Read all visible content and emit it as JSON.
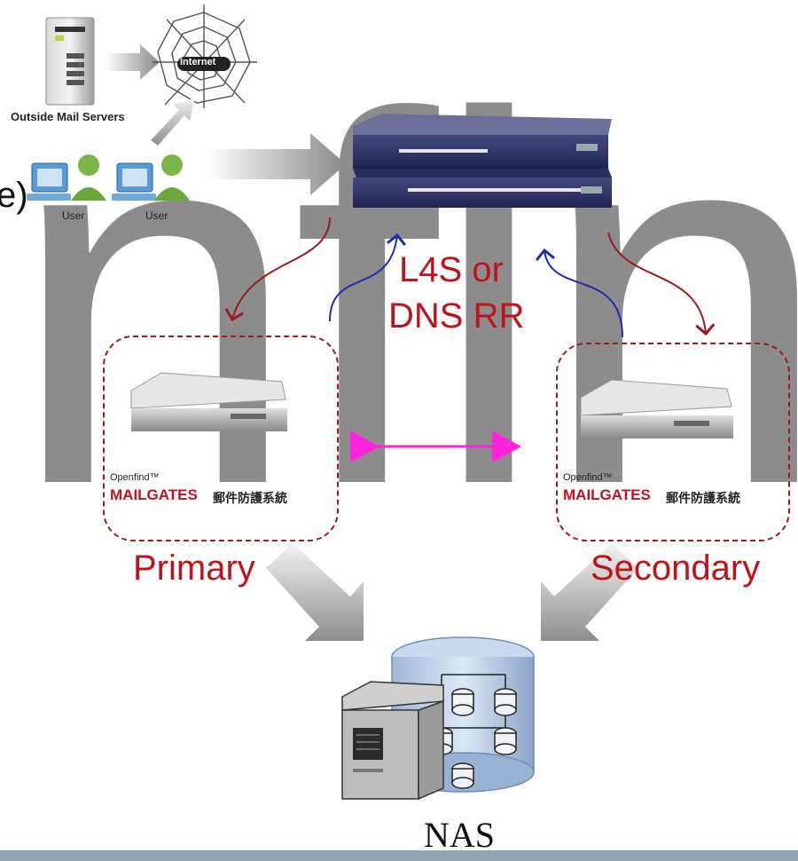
{
  "watermark": "nfin",
  "top": {
    "outside_servers_label": "Outside Mail Servers",
    "internet_label": "Internet",
    "user_label_1": "User",
    "user_label_2": "User",
    "left_partial_text": "e)"
  },
  "center": {
    "balancer_line1": "L4S or",
    "balancer_line2": "DNS RR"
  },
  "primary": {
    "brand_small": "Openfind™",
    "brand_big": "MAILGATES",
    "brand_cn": "郵件防護系統",
    "role": "Primary"
  },
  "secondary": {
    "brand_small": "Openfind™",
    "brand_big": "MAILGATES",
    "brand_cn": "郵件防護系統",
    "role": "Secondary"
  },
  "storage": {
    "label": "NAS"
  },
  "colors": {
    "dark_red": "#9b1b1b",
    "label_red": "#c0121b",
    "blue_arrow": "#1a2fb0",
    "sync_arrow": "#ff22dd",
    "footer": "#8fa4b4"
  }
}
